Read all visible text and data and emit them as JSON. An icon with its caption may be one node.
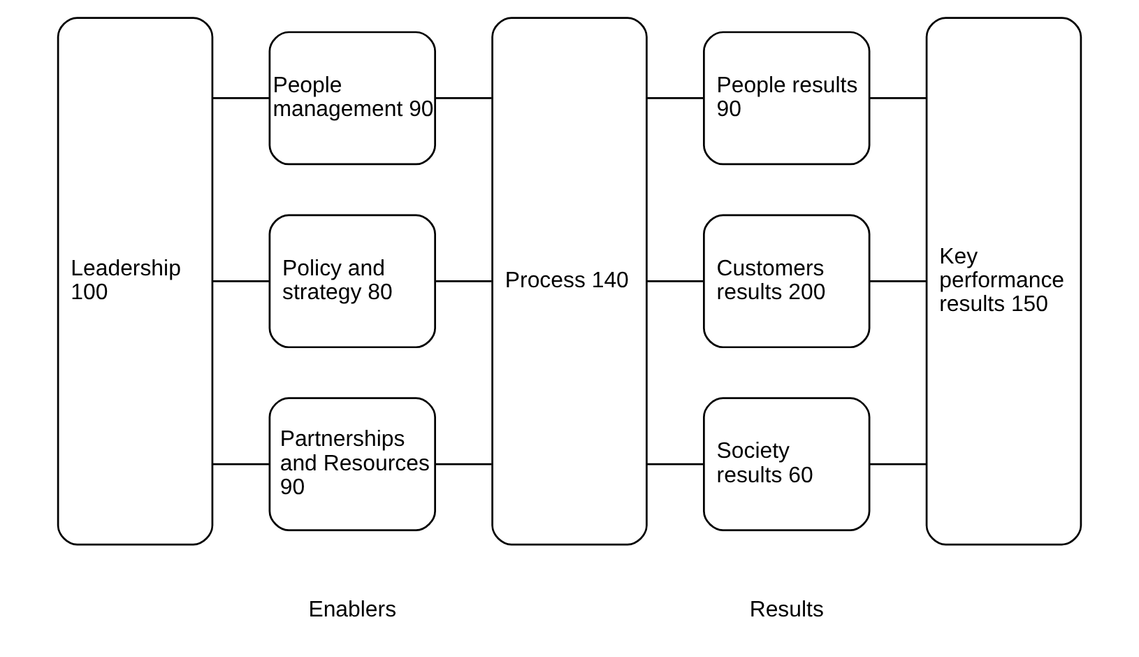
{
  "diagram": {
    "nodes": [
      {
        "text": [
          "Leadership 100"
        ]
      },
      {
        "text": [
          "People management 90"
        ]
      },
      {
        "text": [
          "Policy and strategy 80"
        ]
      },
      {
        "text": [
          "Partnerships and Resources 90"
        ]
      },
      {
        "text": [
          "Process 140"
        ]
      },
      {
        "text": [
          "People results 90"
        ]
      },
      {
        "text": [
          "Customers results 200"
        ]
      },
      {
        "text": [
          "Society results 60"
        ]
      },
      {
        "text": [
          "Key performance results 150"
        ]
      }
    ],
    "edges": [
      {
        "from": 0,
        "to": 1,
        "arrow": "none"
      },
      {
        "from": 0,
        "to": 2,
        "arrow": "none"
      },
      {
        "from": 0,
        "to": 3,
        "arrow": "none"
      },
      {
        "from": 1,
        "to": 4,
        "arrow": "none"
      },
      {
        "from": 2,
        "to": 4,
        "arrow": "none"
      },
      {
        "from": 3,
        "to": 4,
        "arrow": "none"
      },
      {
        "from": 4,
        "to": 5,
        "arrow": "none"
      },
      {
        "from": 4,
        "to": 6,
        "arrow": "none"
      },
      {
        "from": 4,
        "to": 7,
        "arrow": "none"
      },
      {
        "from": 5,
        "to": 8,
        "arrow": "none"
      },
      {
        "from": 6,
        "to": 8,
        "arrow": "none"
      },
      {
        "from": 7,
        "to": 8,
        "arrow": "none"
      }
    ],
    "labels": [
      "Enablers",
      "Results"
    ]
  }
}
